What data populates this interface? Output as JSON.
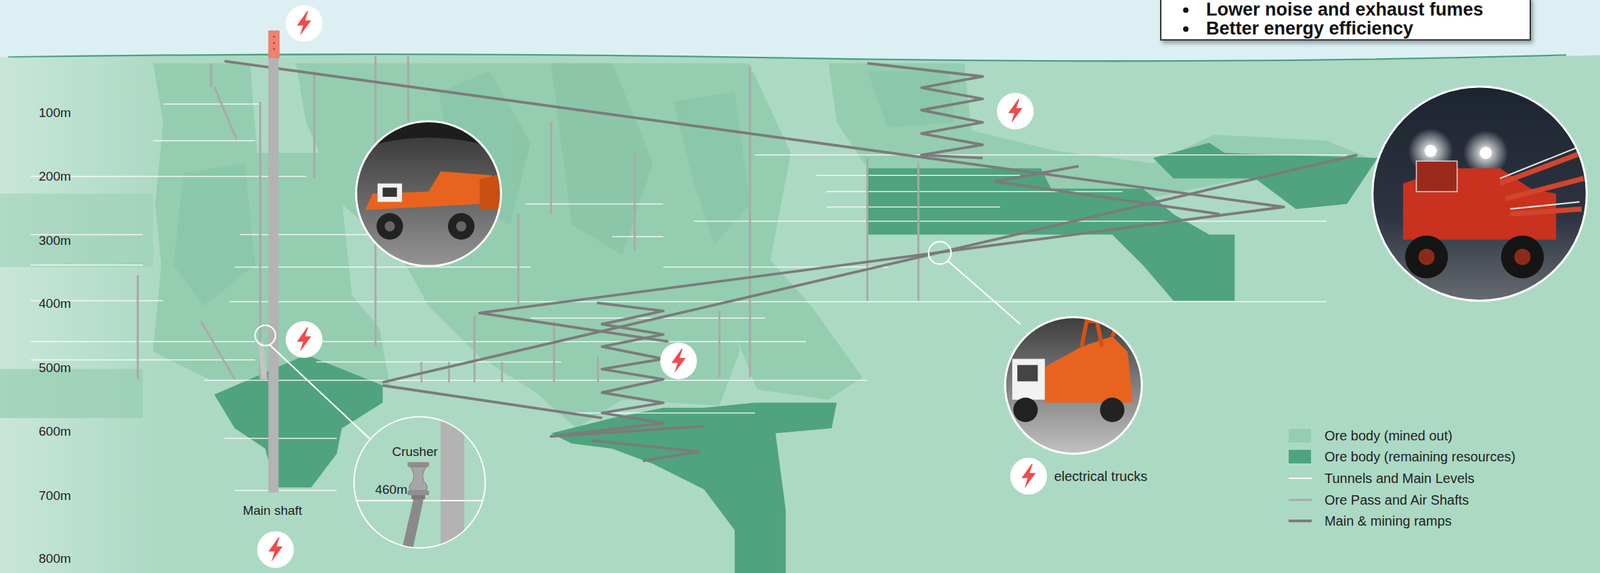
{
  "diagram": {
    "nodes": [
      {
        "text": [
          "Lower noise and exhaust fumes",
          "Better energy efficiency"
        ]
      },
      {
        "text": [
          "Crusher",
          "460m"
        ]
      }
    ],
    "labels": [
      "100m",
      "200m",
      "300m",
      "400m",
      "500m",
      "600m",
      "700m",
      "800m",
      "Main shaft"
    ],
    "legend": [
      {
        "text": "Ore body (mined out)",
        "color": "#95cdb1"
      },
      {
        "text": "Ore body (remaining resources)",
        "color": "#4fa37e"
      },
      {
        "text": "Tunnels and Main Levels"
      },
      {
        "text": "Ore Pass and Air Shafts"
      },
      {
        "text": "Main & mining ramps"
      },
      {
        "text": "electrical trucks"
      }
    ]
  }
}
